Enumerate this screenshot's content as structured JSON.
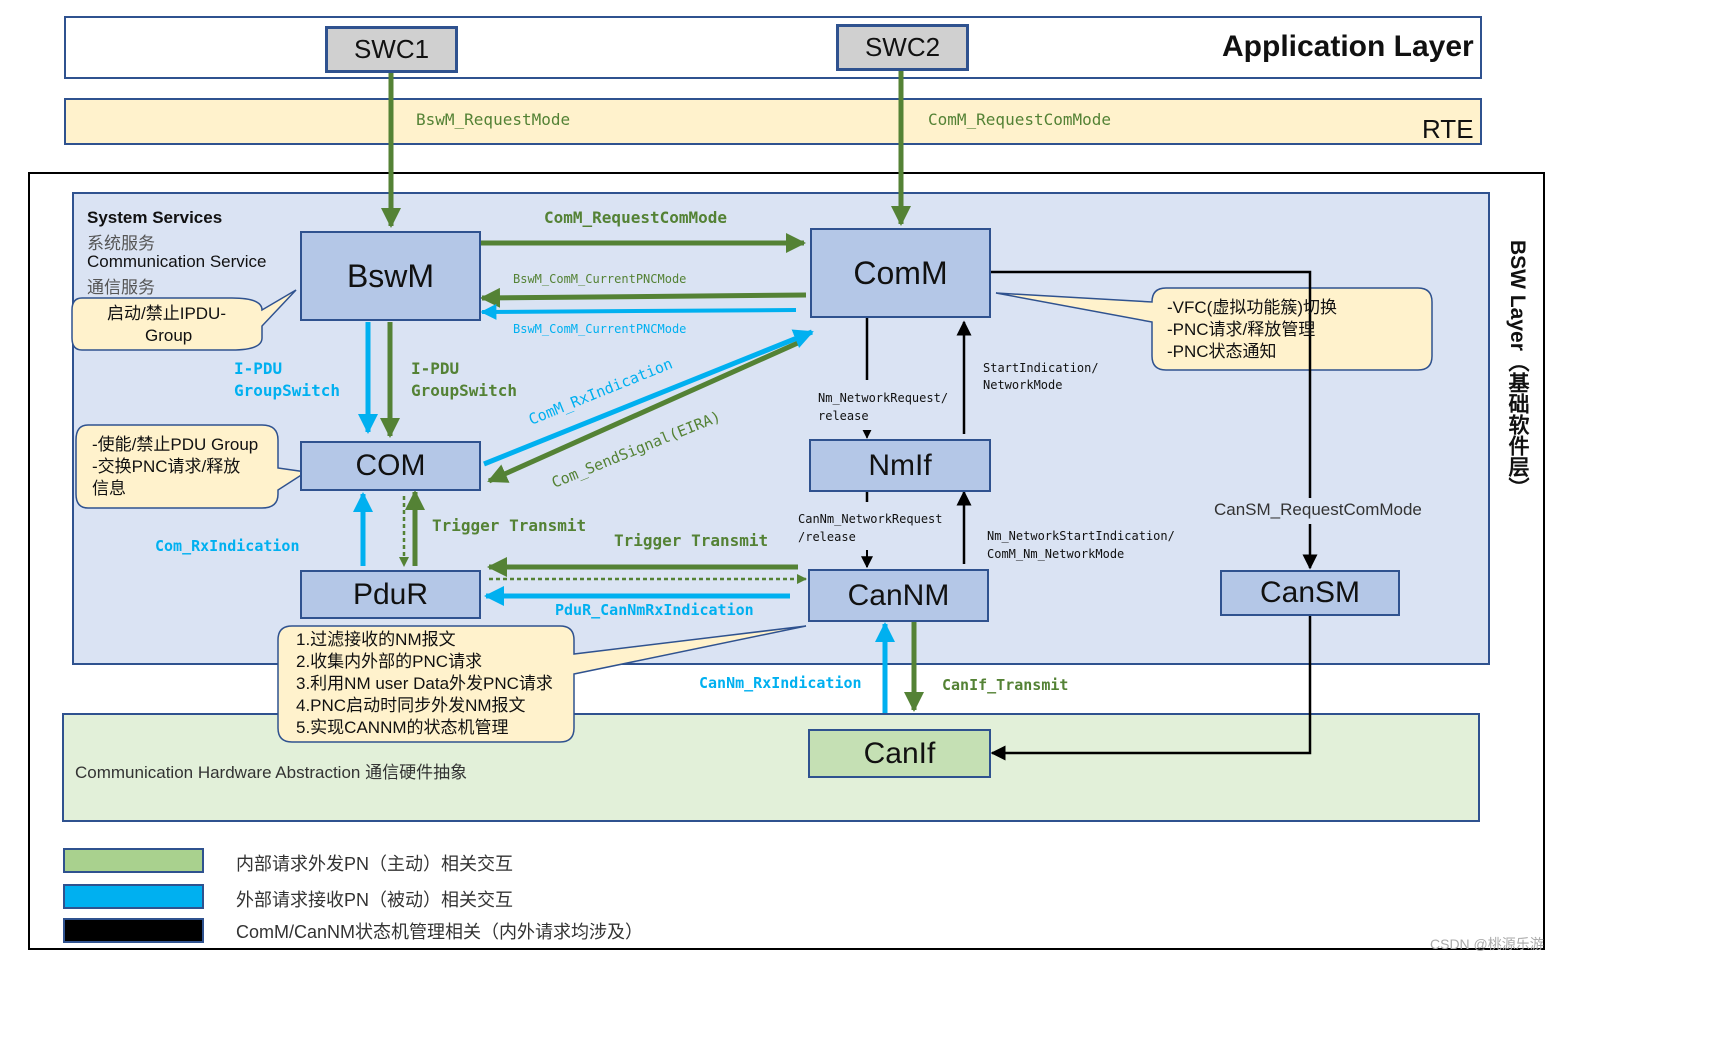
{
  "layers": {
    "application": "Application Layer",
    "rte": "RTE",
    "bsw": "BSW Layer（基础软件层）",
    "system_services": "System Services",
    "system_services_cn": "系统服务",
    "communication_service": "Communication Service",
    "communication_service_cn": "通信服务",
    "hw_abstraction": "Communication Hardware Abstraction 通信硬件抽象"
  },
  "modules": {
    "swc1": "SWC1",
    "swc2": "SWC2",
    "bswm": "BswM",
    "comm": "ComM",
    "com": "COM",
    "nmif": "NmIf",
    "pdur": "PduR",
    "cannm": "CanNM",
    "cansm": "CanSM",
    "canif": "CanIf"
  },
  "labels": {
    "bswm_request_mode": "BswM_RequestMode",
    "comm_request_com_mode_rte": "ComM_RequestComMode",
    "comm_request_com_mode": "ComM_RequestComMode",
    "bswm_current_pnc_1": "BswM_ComM_CurrentPNCMode",
    "bswm_current_pnc_2": "BswM_ComM_CurrentPNCMode",
    "ipdu_groupswitch_blue_1": "I-PDU",
    "ipdu_groupswitch_blue_2": "GroupSwitch",
    "ipdu_groupswitch_green_1": "I-PDU",
    "ipdu_groupswitch_green_2": "GroupSwitch",
    "comm_rx_indication": "ComM_RxIndication",
    "com_send_signal": "Com_SendSignal(EIRA)",
    "nm_network_request_1": "Nm_NetworkRequest/",
    "nm_network_request_2": "release",
    "start_indication_1": "StartIndication/",
    "start_indication_2": "NetworkMode",
    "cannm_network_request_1": "CanNm_NetworkRequest",
    "cannm_network_request_2": "/release",
    "nm_network_start_1": "Nm_NetworkStartIndication/",
    "nm_network_start_2": "ComM_Nm_NetworkMode",
    "cansm_request_com_mode": "CanSM_RequestComMode",
    "com_rx_indication": "Com_RxIndication",
    "trigger_transmit_1": "Trigger Transmit",
    "trigger_transmit_2": "Trigger Transmit",
    "pdur_cannm_rx": "PduR_CanNmRxIndication",
    "cannm_rx_indication": "CanNm_RxIndication",
    "canif_transmit": "CanIf_Transmit"
  },
  "callouts": {
    "bswm_1": "启动/禁止IPDU-",
    "bswm_2": "Group",
    "com_1": "-使能/禁止PDU Group",
    "com_2": "-交换PNC请求/释放",
    "com_3": "信息",
    "comm_1": "-VFC(虚拟功能簇)切换",
    "comm_2": "-PNC请求/释放管理",
    "comm_3": "-PNC状态通知",
    "cannm_1": "1.过滤接收的NM报文",
    "cannm_2": "2.收集内外部的PNC请求",
    "cannm_3": "3.利用NM user Data外发PNC请求",
    "cannm_4": "4.PNC启动时同步外发NM报文",
    "cannm_5": "5.实现CANNM的状态机管理"
  },
  "legend": [
    {
      "color": "#a9d18e",
      "text": "内部请求外发PN（主动）相关交互"
    },
    {
      "color": "#00b0f0",
      "text": "外部请求接收PN（被动）相关交互"
    },
    {
      "color": "#000000",
      "text": "ComM/CanNM状态机管理相关（内外请求均涉及）"
    }
  ],
  "colors": {
    "green": "#548235",
    "blue": "#00b0f0",
    "black": "#000000",
    "module_fill": "#b4c7e7",
    "canif_fill": "#c5e0b4",
    "callout_fill": "#fff2cc",
    "rte_fill": "#fff2cc",
    "bsw_fill": "#dae3f3"
  },
  "watermark": "CSDN @桃源乐游"
}
